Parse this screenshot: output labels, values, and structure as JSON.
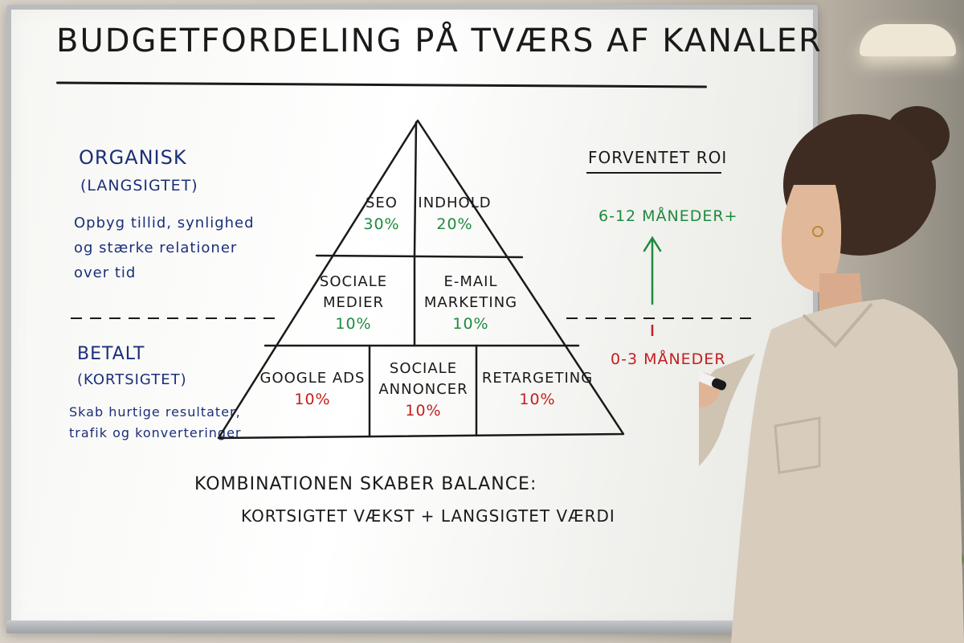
{
  "board": {
    "title": "BUDGETFORDELING PÅ TVÆRS AF KANALER",
    "organic": {
      "heading": "ORGANISK",
      "subheading": "(LANGSIGTET)",
      "description_lines": [
        "Opbyg tillid, synlighed",
        "og stærke relationer",
        "over tid"
      ]
    },
    "paid": {
      "heading": "BETALT",
      "subheading": "(KORTSIGTET)",
      "description_lines": [
        "Skab hurtige resultater,",
        "trafik og konverteringer"
      ]
    },
    "roi": {
      "heading": "FORVENTET ROI",
      "long_term": "6-12 MÅNEDER+",
      "short_term": "0-3 MÅNEDER"
    },
    "pyramid": {
      "top": [
        {
          "label": "SEO",
          "percent": "30%"
        },
        {
          "label": "INDHOLD",
          "percent": "20%"
        }
      ],
      "middle": [
        {
          "label_lines": [
            "SOCIALE",
            "MEDIER"
          ],
          "percent": "10%"
        },
        {
          "label_lines": [
            "E-MAIL",
            "MARKETING"
          ],
          "percent": "10%"
        }
      ],
      "bottom": [
        {
          "label": "GOOGLE ADS",
          "percent": "10%"
        },
        {
          "label_lines": [
            "SOCIALE",
            "ANNONCER"
          ],
          "percent": "10%"
        },
        {
          "label": "RETARGETING",
          "percent": "10%"
        }
      ]
    },
    "footer_line1": "KOMBINATIONEN SKABER BALANCE:",
    "footer_line2": "KORTSIGTET VÆKST + LANGSIGTET VÆRDI"
  },
  "colors": {
    "ink_black": "#1a1a1a",
    "ink_blue": "#1b2f7a",
    "ink_green": "#1e8a3e",
    "ink_red": "#c21f1f"
  },
  "icons": [
    "arrow-up-icon",
    "marker-pen-icon"
  ]
}
